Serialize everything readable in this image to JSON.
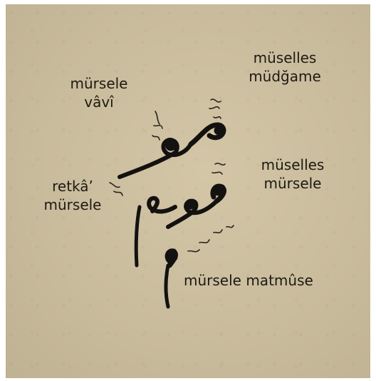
{
  "labels": {
    "mursele_vavi": {
      "line1": "mürsele",
      "line2": "vâvî"
    },
    "muselles_mudgame": {
      "line1": "müselles",
      "line2": "müdğame"
    },
    "muselles_mursele": {
      "line1": "müselles",
      "line2": "mürsele"
    },
    "retka_mursele": {
      "line1": "retkâ’",
      "line2": "mürsele"
    },
    "mursele_matmuse": {
      "line1": "mürsele matmûse"
    }
  },
  "colors": {
    "paper": "#c9bc9c",
    "ink": "#141210",
    "text": "#1e1a14"
  },
  "icons": [
    "calligraphy-mim-letters",
    "calligraphy-annotation-notes"
  ]
}
